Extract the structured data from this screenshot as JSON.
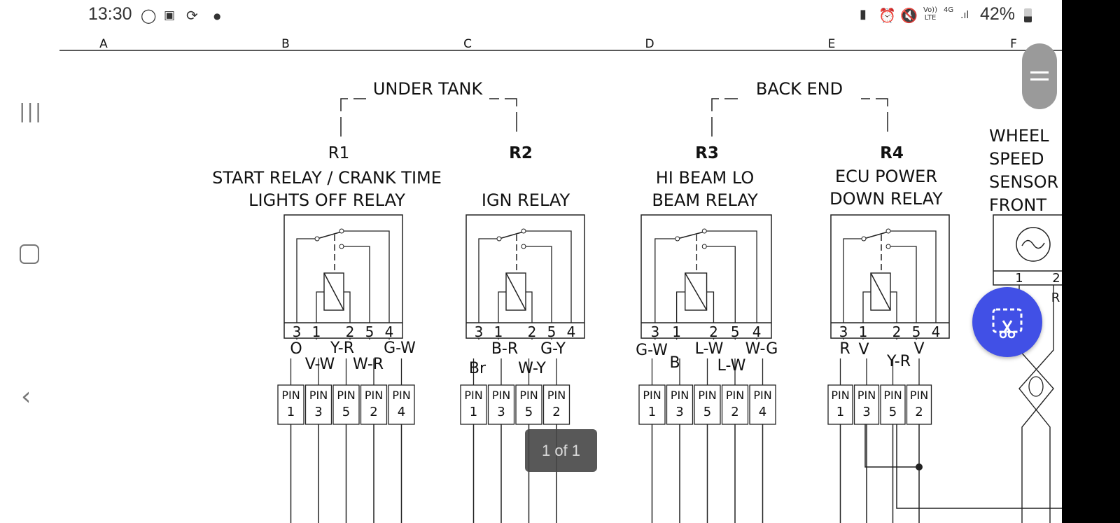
{
  "status_bar": {
    "time": "13:30",
    "left_icons": [
      "whatsapp-icon",
      "outlook-icon",
      "sync-icon",
      "dot-icon"
    ],
    "right_icons": [
      "battery-saver-icon",
      "alarm-icon",
      "mute-icon",
      "volte-icon",
      "4g-icon",
      "signal-icon"
    ],
    "volte_label": "Vo)) LTE",
    "network_label": "4G",
    "battery": "42%",
    "battery_level": 0.42
  },
  "viewer": {
    "page_indicator": "1 of 1",
    "accent_color": "#4150e6"
  },
  "nav_bar": {
    "icons": [
      "recents-icon",
      "home-icon",
      "back-icon"
    ]
  },
  "diagram": {
    "columns": [
      "A",
      "B",
      "C",
      "D",
      "E",
      "F"
    ],
    "groups": [
      {
        "label": "UNDER TANK"
      },
      {
        "label": "BACK END"
      }
    ],
    "relays": [
      {
        "id": "R1",
        "title_lines": [
          "START RELAY / CRANK TIME",
          "LIGHTS OFF RELAY"
        ],
        "terminals": [
          "3",
          "1",
          "2",
          "5",
          "4"
        ],
        "wires": [
          "O",
          "V-W",
          "Y-R",
          "W-R",
          "G-W"
        ],
        "pins": [
          [
            "PIN",
            "1"
          ],
          [
            "PIN",
            "3"
          ],
          [
            "PIN",
            "5"
          ],
          [
            "PIN",
            "2"
          ],
          [
            "PIN",
            "4"
          ]
        ]
      },
      {
        "id": "R2",
        "title_lines": [
          "IGN RELAY"
        ],
        "terminals": [
          "3",
          "1",
          "2",
          "5",
          "4"
        ],
        "wires": [
          "Br",
          "B-R",
          "W-Y",
          "G-Y"
        ],
        "pins": [
          [
            "PIN",
            "1"
          ],
          [
            "PIN",
            "3"
          ],
          [
            "PIN",
            "5"
          ],
          [
            "PIN",
            "2"
          ]
        ]
      },
      {
        "id": "R3",
        "title_lines": [
          "HI BEAM LO",
          "BEAM RELAY"
        ],
        "terminals": [
          "3",
          "1",
          "2",
          "5",
          "4"
        ],
        "wires": [
          "G-W",
          "B",
          "L-W",
          "L-W",
          "W-G"
        ],
        "pins": [
          [
            "PIN",
            "1"
          ],
          [
            "PIN",
            "3"
          ],
          [
            "PIN",
            "5"
          ],
          [
            "PIN",
            "2"
          ],
          [
            "PIN",
            "4"
          ]
        ]
      },
      {
        "id": "R4",
        "title_lines": [
          "ECU POWER",
          "DOWN RELAY"
        ],
        "terminals": [
          "3",
          "1",
          "2",
          "5",
          "4"
        ],
        "wires": [
          "R",
          "V",
          "Y-R",
          "V"
        ],
        "pins": [
          [
            "PIN",
            "1"
          ],
          [
            "PIN",
            "3"
          ],
          [
            "PIN",
            "5"
          ],
          [
            "PIN",
            "2"
          ]
        ]
      }
    ],
    "sensor": {
      "title_lines": [
        "WHEEL",
        "SPEED",
        "SENSOR",
        "FRONT"
      ],
      "terminals": [
        "1",
        "2"
      ],
      "wire": "R"
    }
  }
}
